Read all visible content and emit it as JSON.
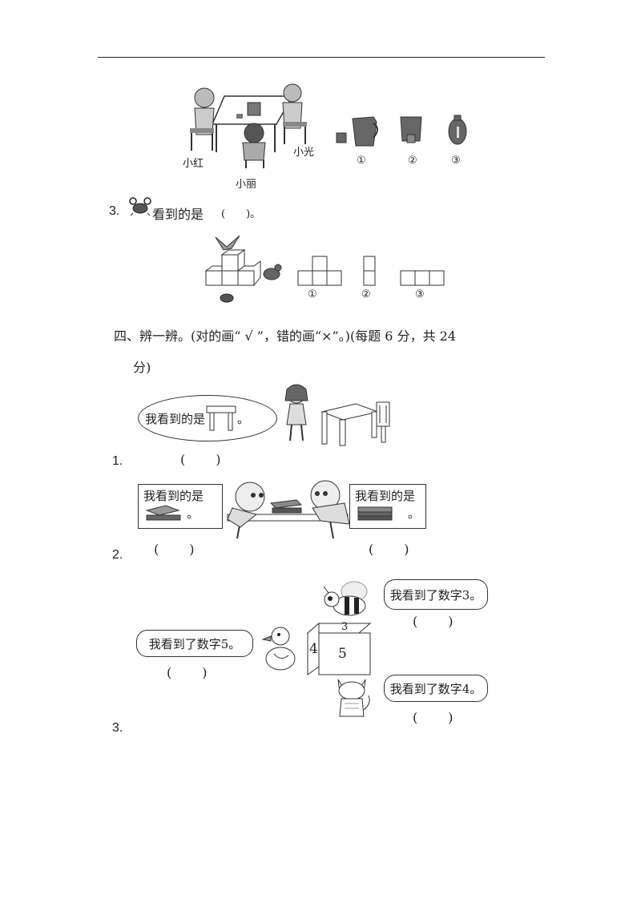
{
  "q2_figure": {
    "names": [
      "小红",
      "小光",
      "小丽"
    ],
    "option_labels": [
      "①",
      "②",
      "③"
    ]
  },
  "q3": {
    "number": "3.",
    "text": "看到的是",
    "blank": "(　　)。",
    "option_labels": [
      "①",
      "②",
      "③"
    ]
  },
  "section4": {
    "title_line1": "四、辨一辨。(对的画“ √ ”，错的画“×”。)(每题 6 分，共 24",
    "title_line2": "分)"
  },
  "judge1": {
    "number": "1.",
    "bubble_prefix": "我看到的是",
    "bubble_suffix": "。",
    "blank": "(　　)"
  },
  "judge2": {
    "number": "2.",
    "left_bubble": "我看到的是",
    "right_bubble": "我看到的是",
    "bubble_suffix": "。",
    "left_blank": "(　　)",
    "right_blank": "(　　)"
  },
  "judge3": {
    "number": "3.",
    "bee_bubble": "我看到了数字3。",
    "duck_bubble": "我看到了数字5。",
    "cat_bubble": "我看到了数字4。",
    "bee_blank": "(　　)",
    "duck_blank": "(　　)",
    "cat_blank": "(　　)",
    "cube_digits": [
      "3",
      "4",
      "5"
    ]
  }
}
